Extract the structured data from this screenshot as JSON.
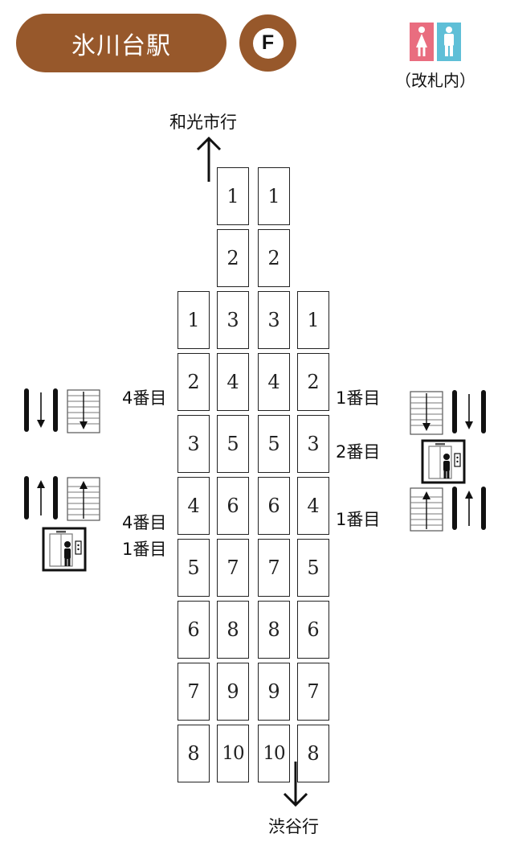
{
  "header": {
    "station_name": "氷川台駅",
    "line_letter": "F",
    "toilet_note": "（改札内）"
  },
  "directions": {
    "north": "和光市行",
    "south": "渋谷行"
  },
  "tracks": [
    {
      "id": "left-outer",
      "cars": [
        "1",
        "2",
        "3",
        "4",
        "5",
        "6",
        "7",
        "8"
      ]
    },
    {
      "id": "left-inner",
      "cars": [
        "1",
        "2",
        "3",
        "4",
        "5",
        "6",
        "7",
        "8",
        "9",
        "10"
      ]
    },
    {
      "id": "right-inner",
      "cars": [
        "1",
        "2",
        "3",
        "4",
        "5",
        "6",
        "7",
        "8",
        "9",
        "10"
      ]
    },
    {
      "id": "right-outer",
      "cars": [
        "1",
        "2",
        "3",
        "4",
        "5",
        "6",
        "7",
        "8"
      ]
    }
  ],
  "exits": {
    "left_upper": "4番目",
    "left_lower_1": "4番目",
    "left_lower_2": "1番目",
    "right_upper": "1番目",
    "right_middle": "2番目",
    "right_lower": "1番目"
  },
  "icons": {
    "stairs_down": "stairs-down-icon",
    "stairs_up": "stairs-up-icon",
    "escalator_down": "escalator-down-icon",
    "escalator_up": "escalator-up-icon",
    "elevator": "elevator-icon",
    "toilet_female": "female-toilet-icon",
    "toilet_male": "male-toilet-icon"
  },
  "colors": {
    "brand": "#97582b",
    "toilet_female": "#e96d7f",
    "toilet_male": "#5fbfd7"
  }
}
